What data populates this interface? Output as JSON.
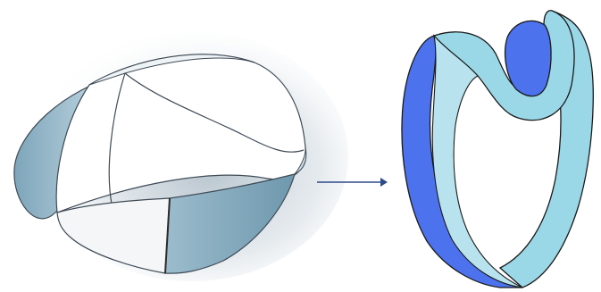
{
  "figure": {
    "panels": [
      {
        "name": "left-band-illustration",
        "kind": "shaded-twisted-band",
        "colors": {
          "outer": "#8fb3c6",
          "inner": "#ffffff",
          "shadow": "#c9d4dc",
          "edge": "#3e4a55"
        }
      },
      {
        "name": "right-band-illustration",
        "kind": "ribbon-loop",
        "colors": {
          "front": "#4d72ee",
          "back": "#9ad8e8",
          "edge": "#1a1a1a"
        }
      }
    ],
    "connector": {
      "name": "transformation-arrow",
      "color": "#2d4a8a"
    }
  }
}
